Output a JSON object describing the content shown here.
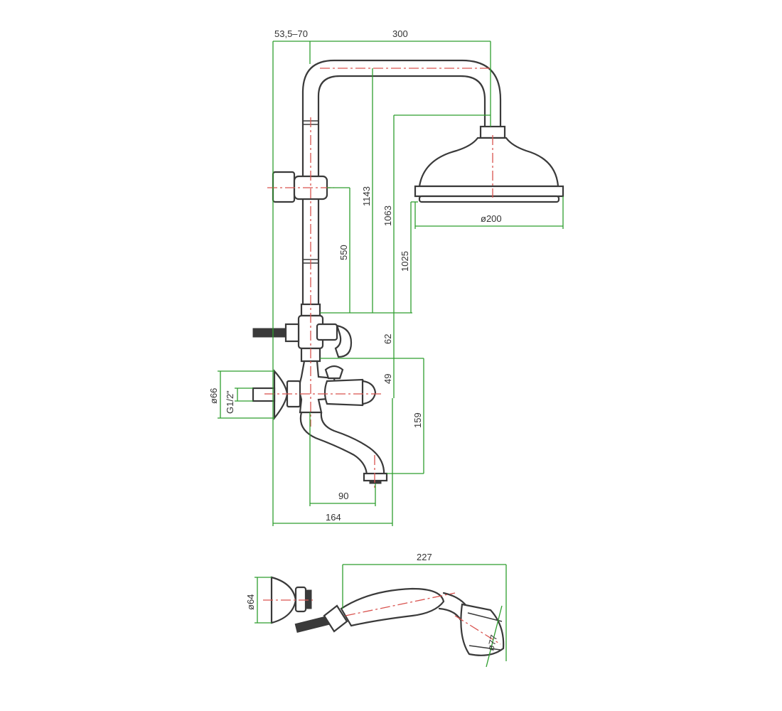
{
  "colors": {
    "outline": "#3a3a3a",
    "centerline": "#d9534f",
    "dimension": "#2e9e2e",
    "text": "#333333",
    "background": "#ffffff"
  },
  "dimensions": {
    "arm_offset": "53,5–70",
    "arm_reach": "300",
    "total_height": "1143",
    "head_height": "1063",
    "head_bottom_height": "1025",
    "slider_height": "550",
    "head_diameter": "ø200",
    "diverter_height": "62",
    "mixer_to_diverter": "49",
    "spout_drop": "159",
    "spout_reach": "90",
    "total_depth": "164",
    "escutcheon_diameter": "ø66",
    "inlet_thread": "G1/2\"",
    "handshower_length": "227",
    "handshower_head_diameter": "ø77",
    "holder_diameter": "ø64"
  }
}
